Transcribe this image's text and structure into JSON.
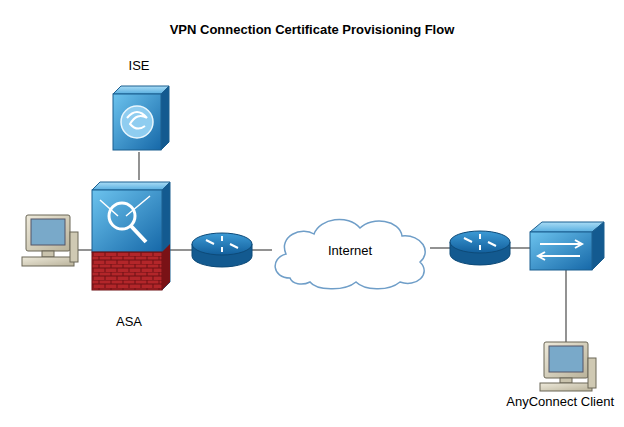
{
  "diagram": {
    "title": "VPN Connection Certificate Provisioning Flow",
    "nodes": [
      {
        "text": [
          "ISE"
        ]
      },
      {
        "text": [
          "ASA"
        ]
      },
      {
        "text": [
          "Internet"
        ]
      },
      {
        "text": [
          "AnyConnect Client"
        ]
      }
    ],
    "edges": [
      {
        "from": 0,
        "to": 1,
        "arrow": "none"
      }
    ]
  }
}
